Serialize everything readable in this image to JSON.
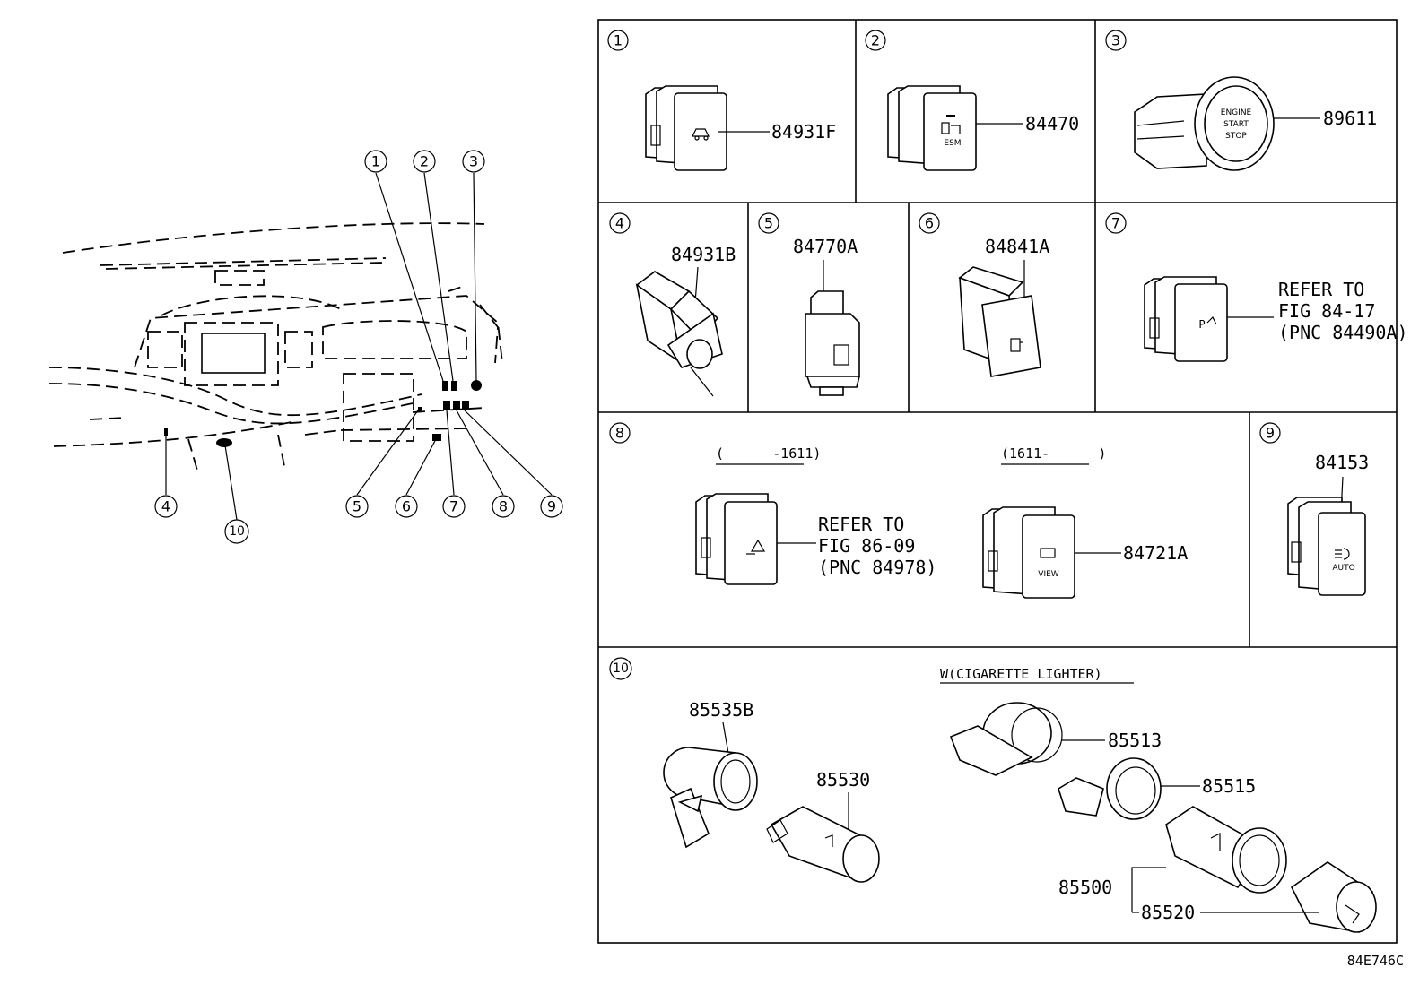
{
  "overview": {
    "callouts": [
      "1",
      "2",
      "3",
      "4",
      "5",
      "6",
      "7",
      "8",
      "9",
      "10"
    ]
  },
  "panels": {
    "p1": {
      "num": "1",
      "part": "84931F"
    },
    "p2": {
      "num": "2",
      "part": "84470",
      "icon_text": "ESM"
    },
    "p3": {
      "num": "3",
      "part": "89611",
      "button_line1": "ENGINE",
      "button_line2": "START",
      "button_line3": "STOP"
    },
    "p4": {
      "num": "4",
      "part": "84931B"
    },
    "p5": {
      "num": "5",
      "part": "84770A"
    },
    "p6": {
      "num": "6",
      "part": "84841A"
    },
    "p7": {
      "num": "7",
      "ref_line1": "REFER TO",
      "ref_line2": "FIG 84-17",
      "ref_line3": "(PNC 84490A)"
    },
    "p8": {
      "num": "8",
      "range_left": "(      -1611)",
      "range_right": "(1611-      )",
      "ref_line1": "REFER TO",
      "ref_line2": "FIG 86-09",
      "ref_line3": "(PNC 84978)",
      "part": "84721A",
      "view_text": "VIEW"
    },
    "p9": {
      "num": "9",
      "part": "84153",
      "auto_text": "AUTO"
    },
    "p10": {
      "num": "10",
      "heading": "W(CIGARETTE LIGHTER)",
      "parts": [
        "85535B",
        "85530",
        "85513",
        "85515",
        "85500",
        "85520"
      ]
    }
  },
  "figure_code": "84E746C"
}
